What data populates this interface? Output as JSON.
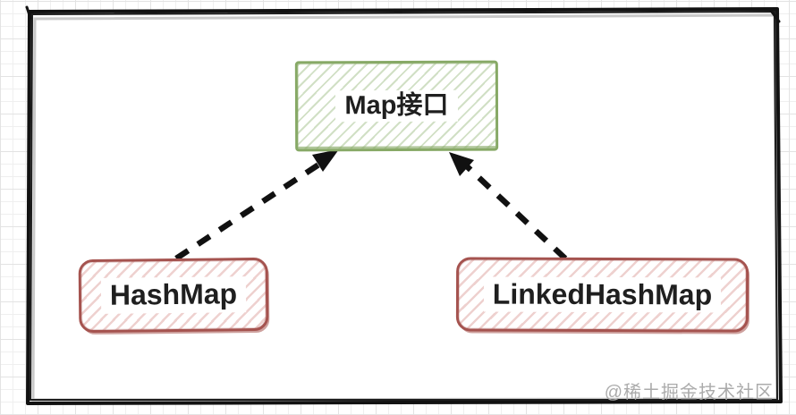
{
  "diagram": {
    "type": "class-hierarchy-sketch",
    "nodes": {
      "map_interface": {
        "label": "Map接口",
        "role": "parent-interface",
        "border_color": "#87a966",
        "hatch_color": "#b9d1a4",
        "text_color": "#1f1f1f"
      },
      "hashmap": {
        "label": "HashMap",
        "role": "implementation",
        "border_color": "#a5534f",
        "hatch_color": "#e3b4b0",
        "text_color": "#1f1f1f"
      },
      "linkedhashmap": {
        "label": "LinkedHashMap",
        "role": "implementation",
        "border_color": "#a5534f",
        "hatch_color": "#e3b4b0",
        "text_color": "#1f1f1f"
      }
    },
    "edges": [
      {
        "from": "hashmap",
        "to": "map_interface",
        "style": "dashed",
        "arrowhead": "filled-triangle",
        "color": "#111111"
      },
      {
        "from": "linkedhashmap",
        "to": "map_interface",
        "style": "dashed",
        "arrowhead": "filled-triangle",
        "color": "#111111"
      }
    ],
    "frame": {
      "style": "hand-drawn-double-line",
      "color": "#111111",
      "shadow_color": "#c9c9c9"
    },
    "background": {
      "style": "graph-paper-grid",
      "grid_color": "#e9e9e9"
    },
    "watermark": {
      "text": "@稀土掘金技术社区",
      "color": "#ababab"
    }
  }
}
